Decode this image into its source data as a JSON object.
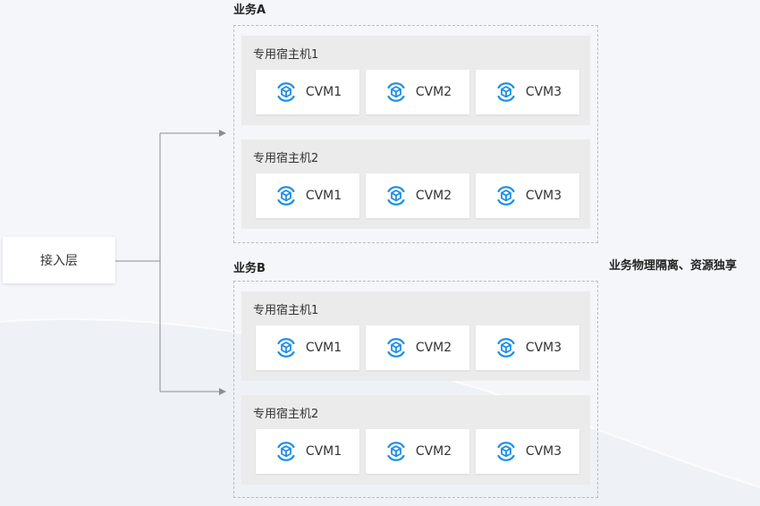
{
  "access_layer": {
    "label": "接入层"
  },
  "groups": [
    {
      "label": "业务A",
      "hosts": [
        {
          "title": "专用宿主机1",
          "vms": [
            "CVM1",
            "CVM2",
            "CVM3"
          ]
        },
        {
          "title": "专用宿主机2",
          "vms": [
            "CVM1",
            "CVM2",
            "CVM3"
          ]
        }
      ]
    },
    {
      "label": "业务B",
      "hosts": [
        {
          "title": "专用宿主机1",
          "vms": [
            "CVM1",
            "CVM2",
            "CVM3"
          ]
        },
        {
          "title": "专用宿主机2",
          "vms": [
            "CVM1",
            "CVM2",
            "CVM3"
          ]
        }
      ]
    }
  ],
  "note": "业务物理隔离、资源独享",
  "colors": {
    "accent": "#1e8fe6",
    "host_bg": "#ebebeb",
    "connector": "#8a8f97",
    "dashed_border": "#b9bec6"
  },
  "icons": {
    "vm": "cvm-cube-icon"
  }
}
